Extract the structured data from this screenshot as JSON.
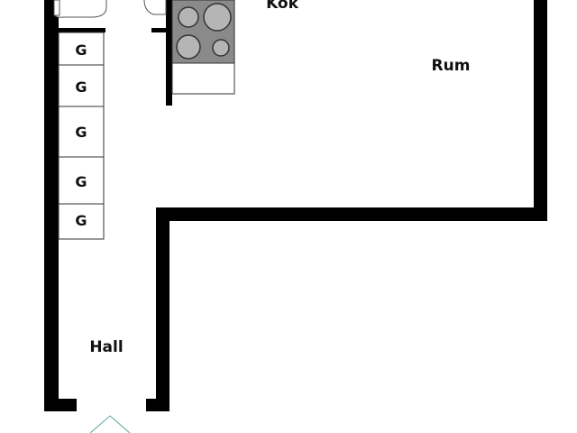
{
  "rooms": {
    "kitchen": "Kök",
    "living": "Rum",
    "hall": "Hall"
  },
  "wardrobes": [
    "G",
    "G",
    "G",
    "G",
    "G"
  ],
  "colors": {
    "wall": "#000000",
    "stove": "#8a8a8a",
    "burner": "#b5b5b5",
    "door_swing": "#5aa6a0"
  }
}
